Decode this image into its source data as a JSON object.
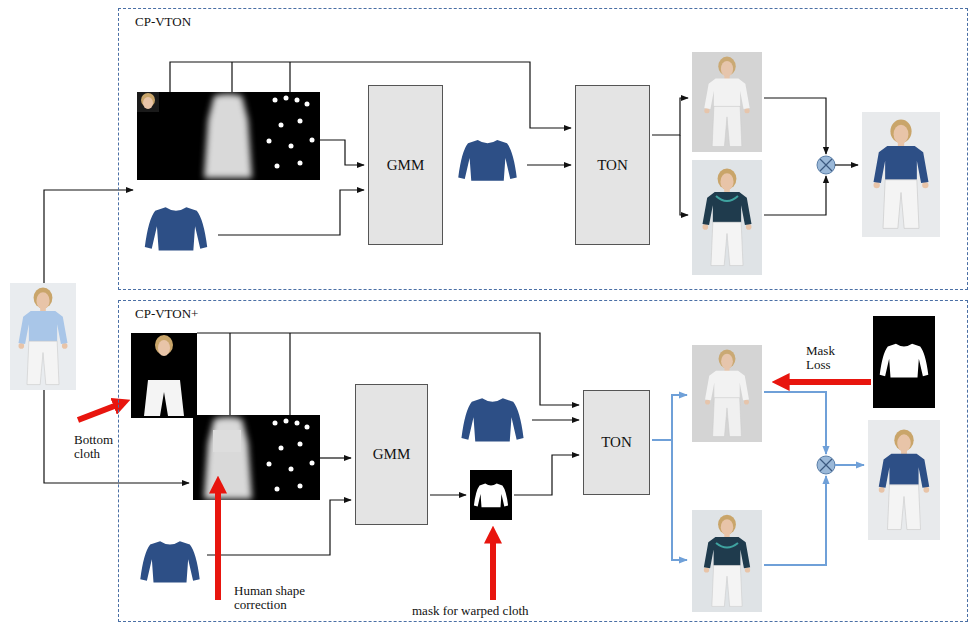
{
  "diagram": {
    "nodes": [
      {
        "text": [
          "CP-VTON"
        ]
      },
      {
        "text": [
          "GMM"
        ],
        "in": 0
      },
      {
        "text": [
          "TON"
        ],
        "in": 0
      },
      {
        "text": [
          "CP-VTON+"
        ]
      },
      {
        "text": [
          "GMM"
        ],
        "in": 3
      },
      {
        "text": [
          "TON"
        ],
        "in": 3
      }
    ],
    "labels": [
      "Bottom cloth",
      "Human shape correction",
      "mask for warped cloth",
      "Mask Loss"
    ]
  }
}
